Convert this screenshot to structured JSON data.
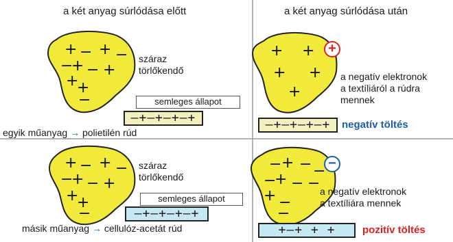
{
  "headers": {
    "before": "a két anyag súrlódása előtt",
    "after": "a két anyag súrlódása után"
  },
  "top_left": {
    "cloth_label_1": "száraz",
    "cloth_label_2": "törlőkendő",
    "state_label": "semleges állapot",
    "rod_charges": "—+—+—+—+",
    "material_label": "egyik műanyag",
    "arrow": "→",
    "rod_name": "polietilén rúd"
  },
  "top_right": {
    "badge": "+",
    "desc_1": "a negatív elektronok",
    "desc_2": "a textíliáról a rúdra",
    "desc_3": "mennek",
    "rod_charges": "—+—+—+—+",
    "result_label": "negatív töltés"
  },
  "bottom_left": {
    "cloth_label_1": "száraz",
    "cloth_label_2": "törlőkendő",
    "state_label": "semleges állapot",
    "rod_charges": "—+—+—+—+",
    "material_label": "másik műanyag",
    "arrow": "→",
    "rod_name": "cellulóz-acetát rúd"
  },
  "bottom_right": {
    "badge": "−",
    "desc_1": "a negatív elektronok",
    "desc_2": "a textíliára mennek",
    "rod_charges": "+—+  +  +",
    "result_label": "pozitív töltés"
  },
  "colors": {
    "cloth": "#f2ea3a",
    "badge_plus": "#e02020",
    "badge_minus": "#1b5ea8",
    "rod_yellow": "#f3f0c0",
    "rod_blue": "#c6e8f2",
    "negative_text": "#1b5ea8",
    "positive_text": "#e02020",
    "divider": "#999999"
  }
}
